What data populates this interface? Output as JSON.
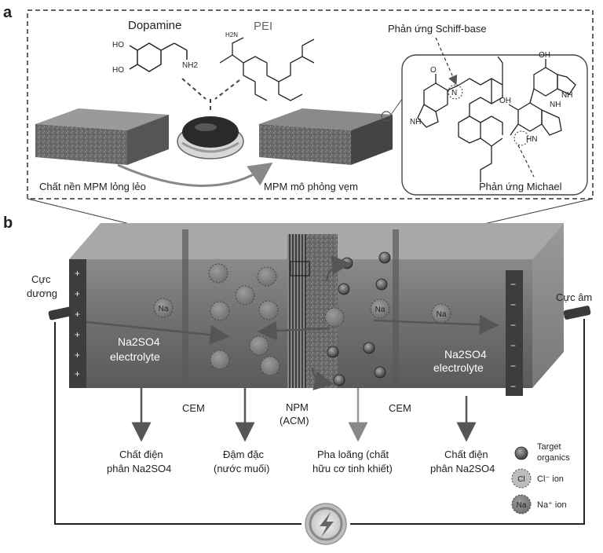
{
  "panel_a": {
    "letter": "a",
    "dopamine_label": "Dopamine",
    "pei_label": "PEI",
    "schiff_label": "Phản ứng Schiff-base",
    "substrate_label": "Chất nền MPM lỏng lẻo",
    "mussel_label": "MPM mô phỏng vẹm",
    "michael_label": "Phản ứng Michael",
    "chem_atoms": {
      "oh1": "HO",
      "oh2": "HO",
      "nh2": "NH2",
      "o": "O",
      "n": "N",
      "nh": "NH",
      "hn": "HN",
      "oh": "OH",
      "h2n": "H2N"
    }
  },
  "panel_b": {
    "letter": "b",
    "anode_label": [
      "Cực",
      "dương"
    ],
    "cathode_label": "Cực âm",
    "plus_sign": "+",
    "minus_sign": "−",
    "left_electrolyte": [
      "Na2SO4",
      "electrolyte"
    ],
    "right_electrolyte": [
      "Na2SO4",
      "electrolyte"
    ],
    "membranes": [
      "CEM",
      "NPM",
      "(ACM)",
      "CEM"
    ],
    "na_ion": "Na",
    "cl_ion": "Cl",
    "outputs": [
      [
        "Chất điện",
        "phân Na2SO4"
      ],
      [
        "Đậm đặc",
        "(nước muối)"
      ],
      [
        "Pha loãng (chất",
        "hữu cơ tinh khiết)"
      ],
      [
        "Chất điện",
        "phân Na2SO4"
      ]
    ],
    "legend": [
      {
        "label": [
          "Target",
          "organics"
        ]
      },
      {
        "label": [
          "Cl⁻ ion"
        ]
      },
      {
        "label": [
          "Na⁺ ion"
        ]
      }
    ]
  }
}
